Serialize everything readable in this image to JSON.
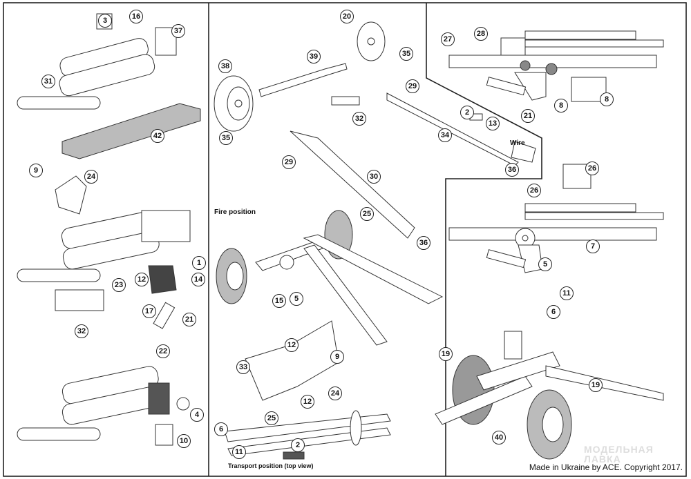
{
  "labels": {
    "fire_position": "Fire position",
    "transport_position": "Transport position (top view)",
    "wire": "Wire",
    "copyright": "Made in Ukraine by ACE. Copyright 2017.",
    "watermark": "МОДЕЛЬНАЯ ЛАВКА"
  },
  "callouts": {
    "left": [
      "3",
      "16",
      "37",
      "31",
      "42",
      "9",
      "24",
      "1",
      "14",
      "23",
      "12",
      "17",
      "21",
      "32",
      "22",
      "4",
      "10"
    ],
    "middle": [
      "20",
      "35",
      "38",
      "39",
      "32",
      "35",
      "29",
      "30",
      "25",
      "36",
      "15",
      "5",
      "33",
      "12",
      "9",
      "24",
      "12",
      "6",
      "25",
      "11",
      "2"
    ],
    "right": [
      "27",
      "28",
      "29",
      "2",
      "13",
      "34",
      "36",
      "21",
      "8",
      "8",
      "26",
      "26",
      "7",
      "5",
      "11",
      "6",
      "19",
      "19",
      "40"
    ]
  }
}
